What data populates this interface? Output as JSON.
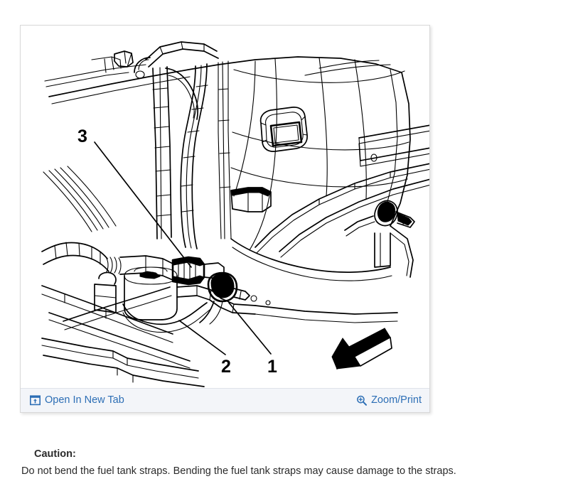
{
  "viewer": {
    "figure": {
      "alt_description": "Fuel tank line-art diagram with callouts",
      "callouts": [
        {
          "id": "1",
          "label": "1"
        },
        {
          "id": "2",
          "label": "2"
        },
        {
          "id": "3",
          "label": "3"
        }
      ]
    },
    "toolbar": {
      "open_new_tab_label": "Open In New Tab",
      "open_new_tab_icon": "open-in-new-tab-icon",
      "zoom_print_label": "Zoom/Print",
      "zoom_print_icon": "magnifier-plus-icon"
    }
  },
  "caution": {
    "title": "Caution:",
    "body": "Do not bend the fuel tank straps. Bending the fuel tank straps may cause damage to the straps."
  },
  "colors": {
    "link": "#2c6eb5",
    "toolbar_bg": "#f3f5f9",
    "card_border": "#d8d8d8",
    "text": "#2b2b2b",
    "page_bg": "#ffffff"
  }
}
